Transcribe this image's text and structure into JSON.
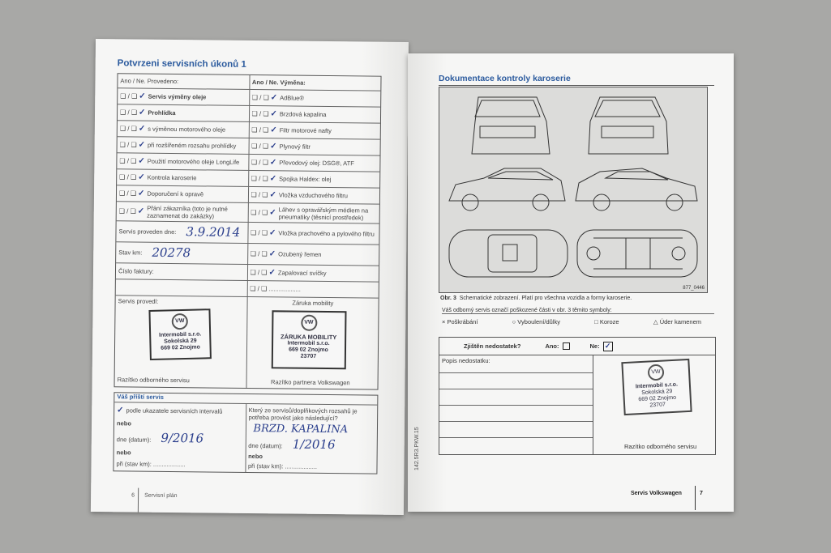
{
  "left_page": {
    "title": "Potvrzeni servisních úkonů 1",
    "col_left_header": "Ano / Ne. Provedeno:",
    "col_right_header": "Ano / Ne. Výměna:",
    "checkbox_pair": "❑ / ❑",
    "check_mark": "✓",
    "left_items": [
      {
        "label": "Servis výměny oleje",
        "checked": "ne"
      },
      {
        "label": "Prohlídka",
        "checked": "ano"
      },
      {
        "label": "s výměnou motorového oleje",
        "checked": "ano"
      },
      {
        "label": "při rozšířeném rozsahu prohlídky",
        "checked": "ne"
      },
      {
        "label": "Použití motorového oleje LongLife",
        "checked": "ano"
      },
      {
        "label": "Kontrola karoserie",
        "checked": "ano"
      },
      {
        "label": "Doporučení k opravě",
        "checked": "ne"
      },
      {
        "label": "Přání zákazníka (toto je nutné zaznamenat do zakázky)",
        "checked": "ne"
      }
    ],
    "right_items": [
      {
        "label": "AdBlue®",
        "checked": "ne"
      },
      {
        "label": "Brzdová kapalina",
        "checked": "ne"
      },
      {
        "label": "Filtr motorové nafty",
        "checked": "ne"
      },
      {
        "label": "Plynový filtr",
        "checked": "ne"
      },
      {
        "label": "Převodový olej: DSG®, ATF",
        "checked": "ne"
      },
      {
        "label": "Spojka Haldex: olej",
        "checked": "ne"
      },
      {
        "label": "Vložka vzduchového filtru",
        "checked": "ne"
      },
      {
        "label": "Láhev s opravářským médiem na pneumatiky (těsnicí prostředek)",
        "checked": "ne"
      },
      {
        "label": "Vložka prachového a pylového filtru",
        "checked": "ano"
      },
      {
        "label": "Ozubený řemen",
        "checked": "ne"
      },
      {
        "label": "Zapalovací svíčky",
        "checked": "ne"
      },
      {
        "label": "...................",
        "checked": "none"
      }
    ],
    "service_date_label": "Servis proveden dne:",
    "service_date": "3.9.2014",
    "km_label": "Stav km:",
    "km": "20278",
    "invoice_label": "Číslo faktury:",
    "performed_by_label": "Servis provedl:",
    "stamp_left": {
      "company": "Intermobil s.r.o.",
      "street": "Sokolská 29",
      "city": "669 02 Znojmo"
    },
    "stamp_left_caption": "Razítko odborného servisu",
    "mobility_label": "Záruka mobility",
    "stamp_right": {
      "title": "ZÁRUKA MOBILITY",
      "company": "Intermobil s.r.o.",
      "city": "669 02 Znojmo",
      "code": "23707"
    },
    "stamp_right_caption": "Razítko partnera Volkswagen",
    "next": {
      "title": "Váš příští servis",
      "by_indicator": "podle ukazatele servisních intervalů",
      "or": "nebo",
      "date_label": "dne (datum):",
      "date_value": "9/2016",
      "km_label": "při (stav km):",
      "question": "Který ze servisů/doplňkových rozsahů je potřeba provést jako následující?",
      "handwritten": "BRZD. KAPALINA",
      "date_value_right": "1/2016",
      "dots": "..................."
    },
    "footer_number": "6",
    "footer_label": "Servisní plán"
  },
  "right_page": {
    "title": "Dokumentace kontroly karoserie",
    "figure_code": "877_0446",
    "caption_bold": "Obr. 3",
    "caption": "Schematické zobrazení. Platí pro všechna vozidla a formy karoserie.",
    "symbols_intro": "Váš odborný servis označí poškozené části v obr. 3 těmito symboly:",
    "symbols": [
      {
        "icon": "×",
        "label": "Poškrábání"
      },
      {
        "icon": "○",
        "label": "Vyboulení/důlky"
      },
      {
        "icon": "□",
        "label": "Koroze"
      },
      {
        "icon": "△",
        "label": "Úder kamenem"
      }
    ],
    "defect_q": "Zjištěn nedostatek?",
    "yes": "Ano:",
    "no": "Ne:",
    "no_checked": true,
    "desc_label": "Popis nedostatku:",
    "stamp": {
      "company": "Intermobil s.r.o.",
      "street": "Sokolská 29",
      "city": "669 02 Znojmo",
      "code": "23707"
    },
    "stamp_caption": "Razítko odborného servisu",
    "side_code": "142.5R3.PKW.15",
    "footer_label": "Servis Volkswagen",
    "footer_number": "7"
  }
}
